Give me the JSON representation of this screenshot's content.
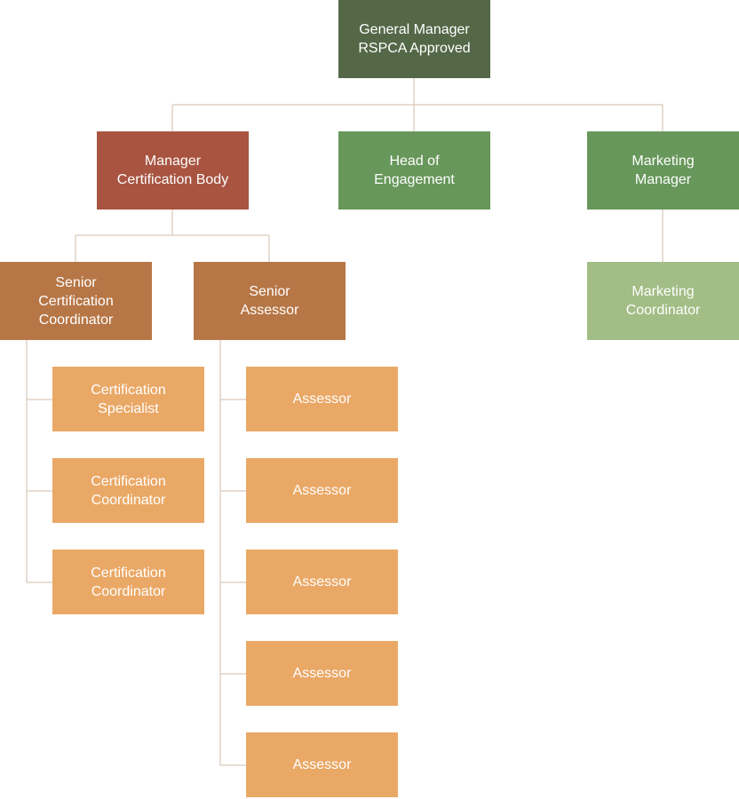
{
  "org_chart": {
    "general_manager": "General Manager\nRSPCA Approved",
    "manager_cert_body": "Manager\nCertification Body",
    "head_of_engagement": "Head of\nEngagement",
    "marketing_manager": "Marketing\nManager",
    "senior_cert_coordinator": "Senior\nCertification\nCoordinator",
    "senior_assessor": "Senior\nAssessor",
    "marketing_coordinator": "Marketing\nCoordinator",
    "cert_team": [
      "Certification\nSpecialist",
      "Certification\nCoordinator",
      "Certification\nCoordinator"
    ],
    "assessors": [
      "Assessor",
      "Assessor",
      "Assessor",
      "Assessor",
      "Assessor"
    ]
  },
  "colors": {
    "top": "#546848",
    "engagement": "#67975a",
    "marketing_light": "#a2bd85",
    "certification_head": "#a85441",
    "senior": "#b67646",
    "staff": "#eaa866",
    "connector": "#d9c8b8"
  }
}
